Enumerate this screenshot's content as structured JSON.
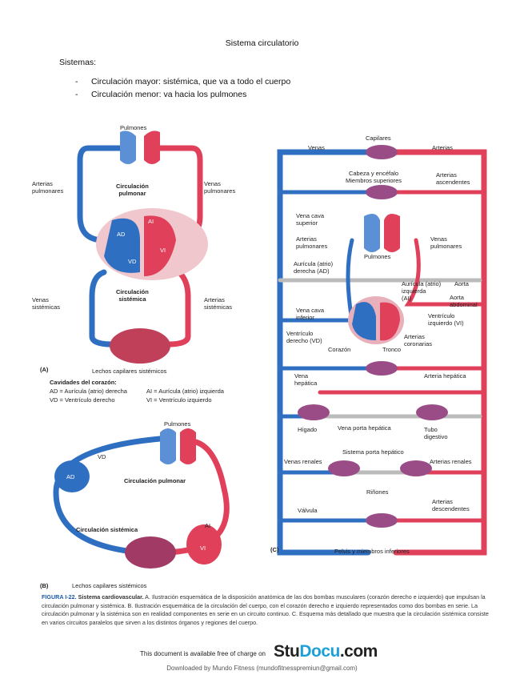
{
  "title": "Sistema circulatorio",
  "systems_heading": "Sistemas:",
  "bullets": [
    "Circulación mayor: sistémica, que va a todo el cuerpo",
    "Circulación menor: va hacia los pulmones"
  ],
  "bullet_marker": "-",
  "colors": {
    "arterial": "#e0405a",
    "venous": "#2f6fc2",
    "accent": "#1a5aa8"
  },
  "panelA": {
    "tag": "(A)",
    "pulmones": "Pulmones",
    "arterias_pulmonares": "Arterias\npulmonares",
    "venas_pulmonares": "Venas\npulmonares",
    "circ_pulmonar": "Circulación\npulmonar",
    "circ_sistemica": "Circulación\nsistémica",
    "venas_sistemicas": "Venas\nsistémicas",
    "arterias_sistemicas": "Arterias\nsistémicas",
    "lechos": "Lechos capilares sistémicos",
    "AD": "AD",
    "AI": "AI",
    "VD": "VD",
    "VI": "VI",
    "cavidades_title": "Cavidades del corazón:",
    "cavidades": [
      "AD = Aurícula (atrio) derecha",
      "AI = Aurícula (atrio) izquierda",
      "VD = Ventrículo derecho",
      "VI = Ventrículo izquierdo"
    ]
  },
  "panelB": {
    "tag": "(B)",
    "pulmones": "Pulmones",
    "circ_pulmonar": "Circulación pulmonar",
    "circ_sistemica": "Circulación sistémica",
    "lechos": "Lechos capilares sistémicos",
    "AD": "AD",
    "VD": "VD",
    "AI": "AI",
    "VI": "VI"
  },
  "panelC": {
    "tag": "(C)",
    "capilares": "Capilares",
    "venas": "Venas",
    "arterias": "Arterias",
    "cabeza": "Cabeza y encéfalo\nMiembros superiores",
    "arterias_asc": "Arterias\nascendentes",
    "vena_cava_sup": "Vena cava\nsuperior",
    "arterias_pulm": "Arterias\npulmonares",
    "venas_pulm": "Venas\npulmonares",
    "pulmones": "Pulmones",
    "auricula_der": "Aurícula (atrio)\nderecha (AD)",
    "auricula_izq": "Aurícula (atrio)\nizquierda\n(AI)",
    "aorta": "Aorta",
    "aorta_abd": "Aorta\nabdominal",
    "vena_cava_inf": "Vena cava\ninferior",
    "ventriculo_izq": "Ventrículo\nizquierdo (VI)",
    "ventriculo_der": "Ventrículo\nderecho (VD)",
    "arterias_cor": "Arterias\ncoronarias",
    "corazon": "Corazón",
    "tronco": "Tronco",
    "vena_hep": "Vena\nhepática",
    "arteria_hep": "Arteria hepática",
    "higado": "Hígado",
    "vena_porta": "Vena porta hepática",
    "tubo": "Tubo\ndigestivo",
    "sistema_porta": "Sistema porta hepático",
    "venas_renales": "Venas renales",
    "arterias_renales": "Arterias renales",
    "rinones": "Riñones",
    "arterias_desc": "Arterias\ndescendentes",
    "valvula": "Válvula",
    "pelvis": "Pelvis y miembros inferiores"
  },
  "caption": {
    "fig": "FIGURA I-22.",
    "bold": "Sistema cardiovascular.",
    "text": " A. Ilustración esquemática de la disposición anatómica de las dos bombas musculares (corazón derecho e izquierdo) que impulsan la circulación pulmonar y sistémica. B. Ilustración esquemática de la circulación del cuerpo, con el corazón derecho e izquierdo representados como dos bombas en serie. La circulación pulmonar y la sistémica son en realidad componentes en serie en un circuito continuo. C. Esquema más detallado que muestra que la circulación sistémica consiste en varios circuitos paralelos que sirven a los distintos órganos y regiones del cuerpo."
  },
  "footer": {
    "available": "This document is available free of charge on",
    "brand_stu": "Stu",
    "brand_docu": "Docu",
    "brand_com": ".com",
    "downloaded": "Downloaded by Mundo Fitness (mundofitnesspremiun@gmail.com)"
  }
}
